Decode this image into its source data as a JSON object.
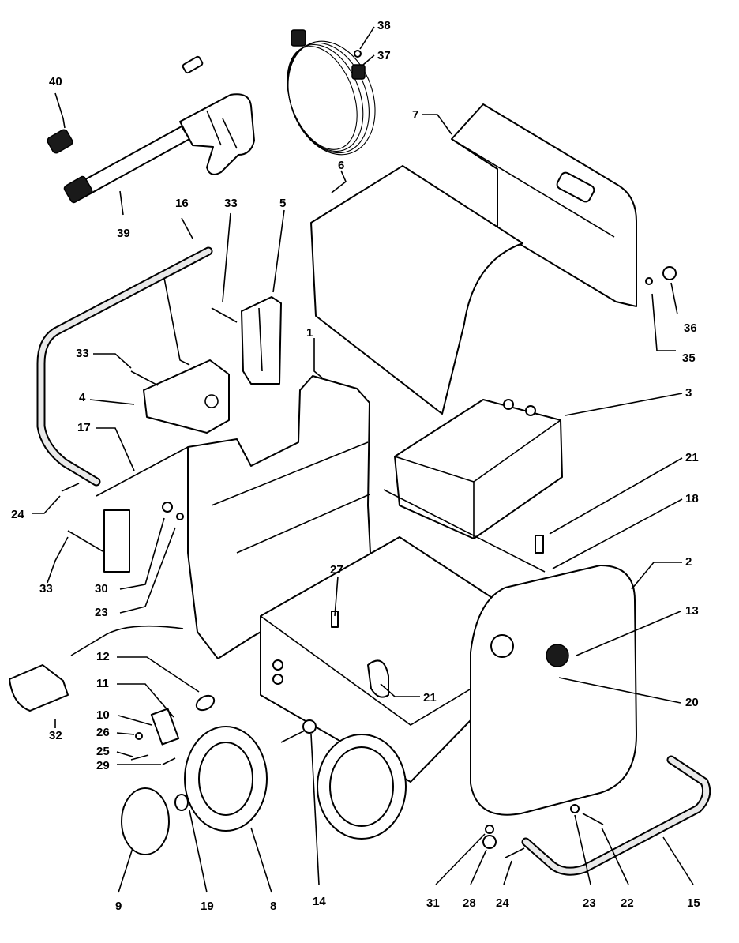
{
  "diagram": {
    "callouts": [
      {
        "id": "c40",
        "text": "40"
      },
      {
        "id": "c38",
        "text": "38"
      },
      {
        "id": "c37",
        "text": "37"
      },
      {
        "id": "c7",
        "text": "7"
      },
      {
        "id": "c6",
        "text": "6"
      },
      {
        "id": "c39",
        "text": "39"
      },
      {
        "id": "c16",
        "text": "16"
      },
      {
        "id": "c33a",
        "text": "33"
      },
      {
        "id": "c5",
        "text": "5"
      },
      {
        "id": "c36",
        "text": "36"
      },
      {
        "id": "c35",
        "text": "35"
      },
      {
        "id": "c1",
        "text": "1"
      },
      {
        "id": "c33b",
        "text": "33"
      },
      {
        "id": "c3",
        "text": "3"
      },
      {
        "id": "c4",
        "text": "4"
      },
      {
        "id": "c17",
        "text": "17"
      },
      {
        "id": "c21a",
        "text": "21"
      },
      {
        "id": "c18",
        "text": "18"
      },
      {
        "id": "c24a",
        "text": "24"
      },
      {
        "id": "c2",
        "text": "2"
      },
      {
        "id": "c33c",
        "text": "33"
      },
      {
        "id": "c30",
        "text": "30"
      },
      {
        "id": "c27",
        "text": "27"
      },
      {
        "id": "c13",
        "text": "13"
      },
      {
        "id": "c23a",
        "text": "23"
      },
      {
        "id": "c12",
        "text": "12"
      },
      {
        "id": "c11",
        "text": "11"
      },
      {
        "id": "c21b",
        "text": "21"
      },
      {
        "id": "c20",
        "text": "20"
      },
      {
        "id": "c10",
        "text": "10"
      },
      {
        "id": "c26",
        "text": "26"
      },
      {
        "id": "c32",
        "text": "32"
      },
      {
        "id": "c25",
        "text": "25"
      },
      {
        "id": "c29",
        "text": "29"
      },
      {
        "id": "c9",
        "text": "9"
      },
      {
        "id": "c19",
        "text": "19"
      },
      {
        "id": "c8",
        "text": "8"
      },
      {
        "id": "c14",
        "text": "14"
      },
      {
        "id": "c31",
        "text": "31"
      },
      {
        "id": "c28",
        "text": "28"
      },
      {
        "id": "c24b",
        "text": "24"
      },
      {
        "id": "c23b",
        "text": "23"
      },
      {
        "id": "c22",
        "text": "22"
      },
      {
        "id": "c15",
        "text": "15"
      }
    ]
  }
}
